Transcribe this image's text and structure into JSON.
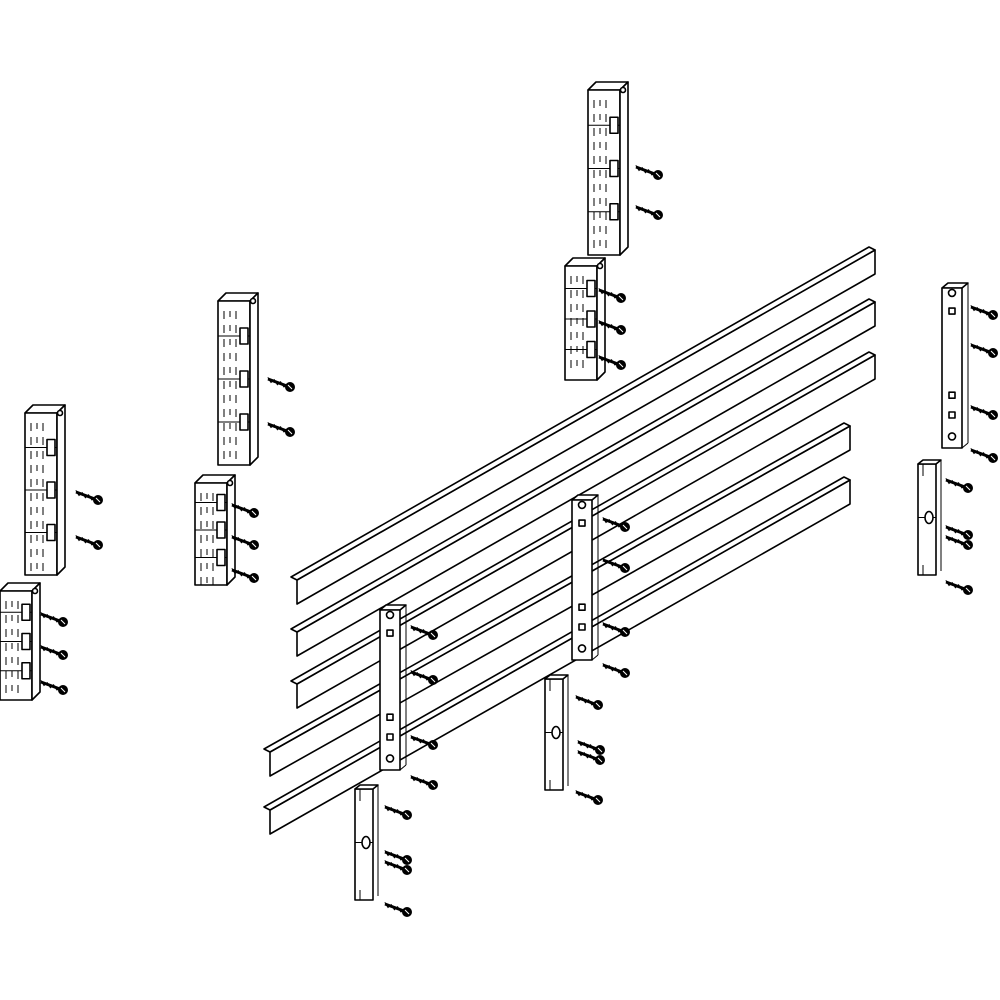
{
  "figure": {
    "kind": "exploded-assembly-drawing",
    "colors": {
      "stroke": "#000000",
      "background": "#ffffff"
    },
    "components": {
      "busbars": 5,
      "support_posts": 3,
      "support_clips": 3,
      "terminal_blocks_tall": 3,
      "terminal_blocks_short": 3
    }
  }
}
